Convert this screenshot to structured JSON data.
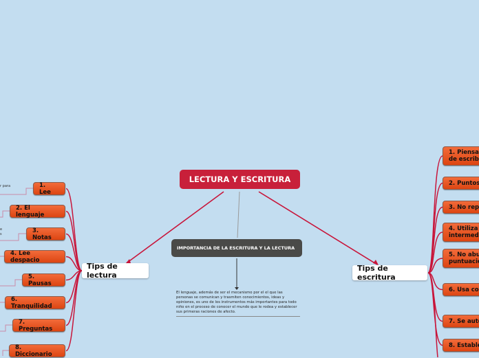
{
  "central": {
    "title": "LECTURA Y ESCRITURA"
  },
  "importance": {
    "title": "IMPORTANCIA DE LA ESCRITURA Y LA LECTURA",
    "text": "El lenguaje, además de ser el mecanismo por el el que las personas se comunican y trasmiten conocimientos, ideas y opiniones, es uno de los instrumentos más importantes para todo niño en el proceso de conocer el mundo que le rodea y establecer sus primeras raciones de afecto."
  },
  "reading": {
    "title": "Tips de lectura",
    "items": [
      "1. Lee",
      "2. El lenguaje",
      "3. Notas",
      "4. Lee despacio",
      "5. Pausas",
      "6. Tranquilidad",
      "7. Preguntas",
      "8. Diccionario"
    ],
    "fragments": [
      "r para",
      "e",
      "s"
    ]
  },
  "writing": {
    "title": "Tips de escritura",
    "items": [
      "1. Piensa\nde escribi",
      "2. Puntos",
      "3. No repi",
      "4. Utiliza\nintermedi",
      "5. No abu\npuntuació",
      "6. Usa co",
      "7. Se aute",
      "8. Estable"
    ]
  },
  "colors": {
    "background": "#c3ddf0",
    "central": "#c8203a",
    "branch": "#c8153a",
    "node": "#e8541f",
    "dark": "#4a4a48"
  }
}
